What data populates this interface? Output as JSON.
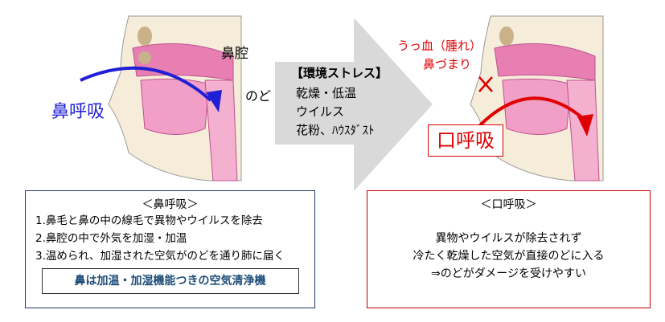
{
  "left_figure": {
    "nasal_cavity": "鼻腔",
    "throat": "のど",
    "nose_breathing": "鼻呼吸"
  },
  "stress": {
    "title": "【環境ストレス】",
    "items": [
      "乾燥・低温",
      "ウイルス",
      "花粉、ﾊｳｽﾀﾞｽﾄ"
    ]
  },
  "right_figure": {
    "congestion": "うっ血（腫れ）",
    "stuffy_nose": "鼻づまり",
    "mouth_breathing": "口呼吸"
  },
  "nose_box": {
    "title": "＜鼻呼吸＞",
    "lines": [
      "1.鼻毛と鼻の中の線毛で異物やウイルスを除去",
      "2.鼻腔の中で外気を加湿・加温",
      "3.温められ、加湿された空気がのどを通り肺に届く"
    ],
    "summary": "鼻は加温・加湿機能つきの空気清浄機"
  },
  "mouth_box": {
    "title": "＜口呼吸＞",
    "lines": [
      "異物やウイルスが除去されず",
      "冷たく乾燥した空気が直接のどに入る",
      "⇒のどがダメージを受けやすい"
    ]
  },
  "colors": {
    "blue": "#1f1fd6",
    "red": "#e00000",
    "pink": "#e77fb3",
    "arrow_gray": "#d9d9d9",
    "navy": "#1f3864"
  }
}
